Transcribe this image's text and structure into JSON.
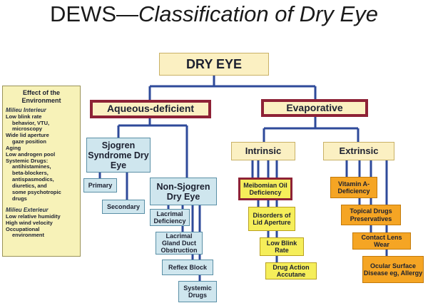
{
  "title": {
    "main": "DEWS—",
    "italic": "Classification of Dry Eye"
  },
  "nodes": {
    "dry_eye": "DRY EYE",
    "aqueous": "Aqueous-deficient",
    "evaporative": "Evaporative",
    "sjogren": "Sjogren Syndrome Dry Eye",
    "primary": "Primary",
    "secondary": "Secondary",
    "non_sjogren": "Non-Sjogren Dry Eye",
    "lacrimal_def": "Lacrimal Deficiency",
    "lacrimal_duct": "Lacrimal Gland Duct Obstruction",
    "reflex": "Reflex Block",
    "systemic": "Systemic Drugs",
    "intrinsic": "Intrinsic",
    "meibomian": "Meibomian Oil Deficiency",
    "lid": "Disorders of Lid Aperture",
    "blink": "Low Blink Rate",
    "drug_action": "Drug Action Accutane",
    "extrinsic": "Extrinsic",
    "vitamin": "Vitamin A-Deficiency",
    "topical": "Topical Drugs Preservatives",
    "contact": "Contact Lens Wear",
    "ocular": "Ocular Surface Disease eg, Allergy"
  },
  "legend": {
    "heading": "Effect of the Environment",
    "milieu_interieur": "Milieu Interieur",
    "interieur_items": [
      "Low blink rate",
      "behavior, VTU,",
      "microscopy",
      "Wide lid aperture",
      "gaze position",
      "Aging",
      "Low androgen pool",
      "Systemic Drugs:",
      "antihistamines,",
      "beta-blockers,",
      "antispasmodics,",
      "diuretics, and",
      "some psychotropic",
      "drugs"
    ],
    "milieu_exterieur": "Milieu Exterieur",
    "exterieur_items": [
      "Low relative humidity",
      "High wind velocity",
      "Occupational",
      "environment"
    ]
  }
}
